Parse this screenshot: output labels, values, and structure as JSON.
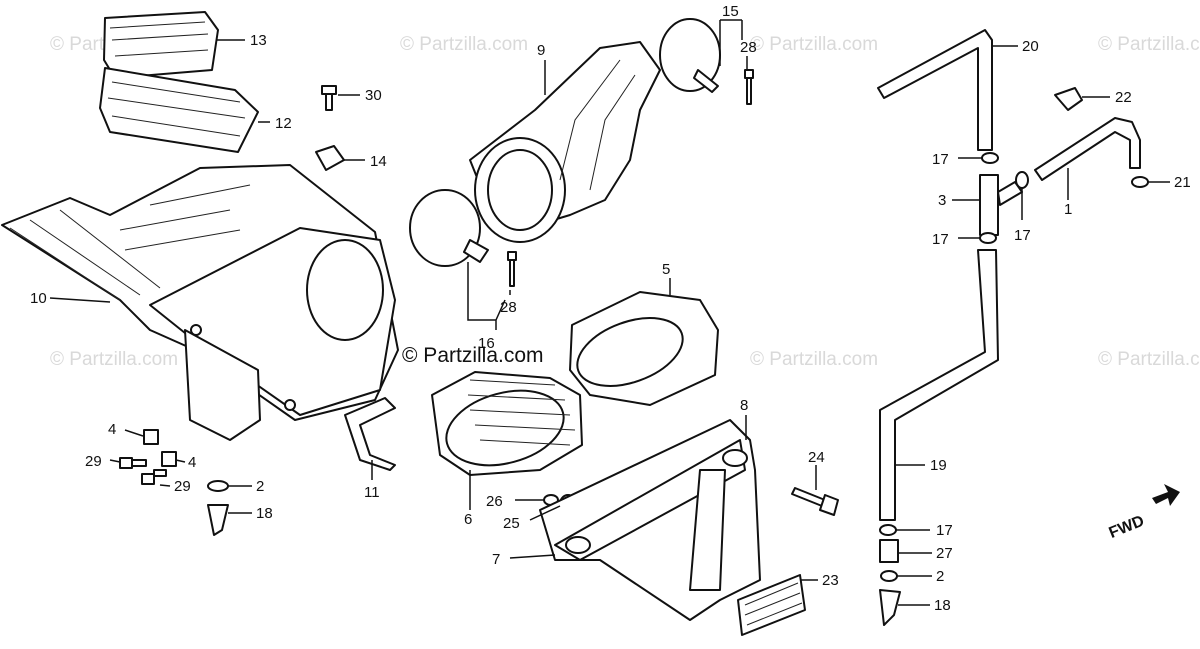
{
  "watermark": {
    "text": "© Partzilla.com"
  },
  "direction_label": "FWD",
  "callouts": {
    "c13": "13",
    "c12": "12",
    "c30": "30",
    "c14": "14",
    "c10": "10",
    "c4a": "4",
    "c4b": "4",
    "c29a": "29",
    "c29b": "29",
    "c2a": "2",
    "c18a": "18",
    "c11": "11",
    "c9": "9",
    "c15": "15",
    "c28a": "28",
    "c28b": "28",
    "c16": "16",
    "c5": "5",
    "c6": "6",
    "c26": "26",
    "c25": "25",
    "c8": "8",
    "c7": "7",
    "c24": "24",
    "c23": "23",
    "c20": "20",
    "c22": "22",
    "c17a": "17",
    "c3": "3",
    "c17b": "17",
    "c17c": "17",
    "c1": "1",
    "c21": "21",
    "c19": "19",
    "c17d": "17",
    "c27": "27",
    "c2b": "2",
    "c18b": "18"
  }
}
